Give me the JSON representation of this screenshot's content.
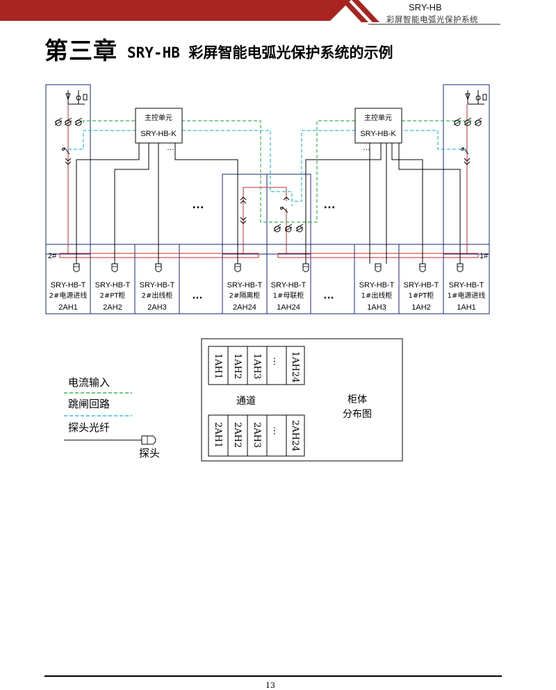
{
  "header": {
    "model": "SRY-HB",
    "description": "彩屏智能电弧光保护系统",
    "band_color": "#a8241f"
  },
  "chapter": {
    "number": "第三章",
    "title": "SRY-HB 彩屏智能电弧光保护系统的示例"
  },
  "diagram": {
    "main_unit": {
      "label": "主控单元",
      "model": "SRY-HB-K"
    },
    "ellipsis": "…",
    "bus_left": "2#",
    "bus_right": "1#",
    "cabinets": [
      {
        "model": "SRY-HB-T",
        "name": "2#电源进线",
        "id": "2AH1"
      },
      {
        "model": "SRY-HB-T",
        "name": "2#PT柜",
        "id": "2AH2"
      },
      {
        "model": "SRY-HB-T",
        "name": "2#出线柜",
        "id": "2AH3"
      },
      {
        "model": "",
        "name": "",
        "id": ""
      },
      {
        "model": "SRY-HB-T",
        "name": "2#隔离柜",
        "id": "2AH24"
      },
      {
        "model": "SRY-HB-T",
        "name": "1#母联柜",
        "id": "1AH24"
      },
      {
        "model": "",
        "name": "",
        "id": ""
      },
      {
        "model": "SRY-HB-T",
        "name": "1#出线柜",
        "id": "1AH3"
      },
      {
        "model": "SRY-HB-T",
        "name": "1#PT柜",
        "id": "1AH2"
      },
      {
        "model": "SRY-HB-T",
        "name": "1#电源进线",
        "id": "1AH1"
      }
    ]
  },
  "legend": {
    "current_input": "电流输入",
    "trip_circuit": "跳闸回路",
    "probe_fiber": "探头光纤",
    "probe": "探头",
    "current_color": "#39b54a",
    "trip_color": "#29c3d6"
  },
  "layout_box": {
    "row1": [
      "1AH1",
      "1AH2",
      "1AH3",
      "…",
      "1AH24"
    ],
    "row2": [
      "2AH1",
      "2AH2",
      "2AH3",
      "…",
      "2AH24"
    ],
    "channel": "通道",
    "cabinet": "柜体",
    "distribution": "分布图"
  },
  "footer": {
    "page": "13"
  }
}
